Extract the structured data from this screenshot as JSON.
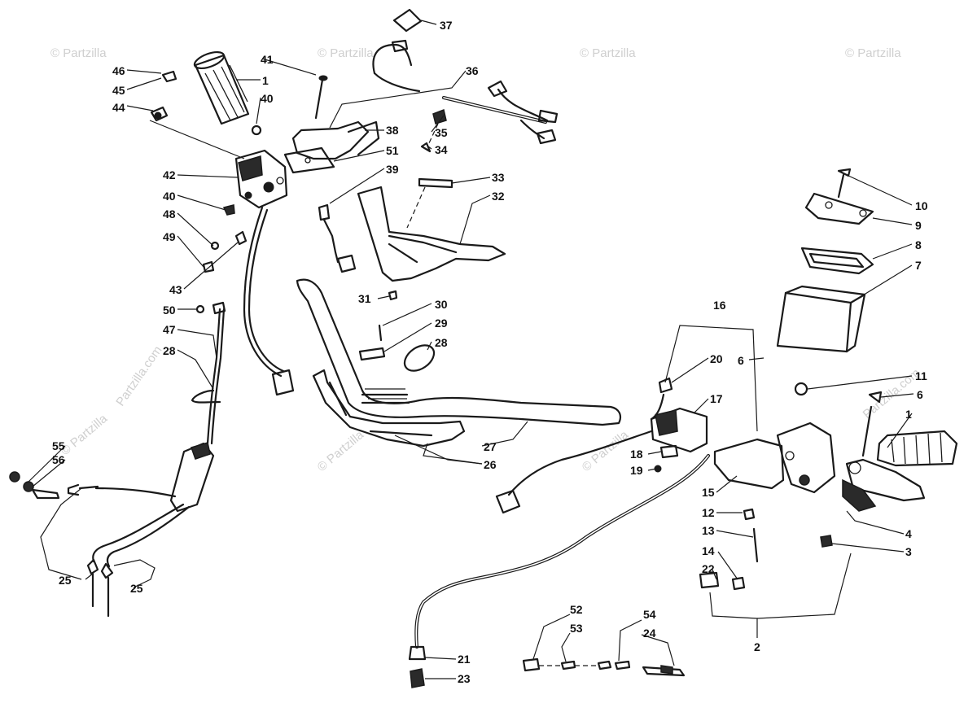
{
  "watermark": "© Partzilla",
  "watermark_com": "Partzilla.com",
  "callouts": [
    {
      "id": "c37",
      "text": "37"
    },
    {
      "id": "c36",
      "text": "36"
    },
    {
      "id": "c41",
      "text": "41"
    },
    {
      "id": "c1a",
      "text": "1"
    },
    {
      "id": "c46",
      "text": "46"
    },
    {
      "id": "c45",
      "text": "45"
    },
    {
      "id": "c44",
      "text": "44"
    },
    {
      "id": "c40a",
      "text": "40"
    },
    {
      "id": "c38",
      "text": "38"
    },
    {
      "id": "c35",
      "text": "35"
    },
    {
      "id": "c34",
      "text": "34"
    },
    {
      "id": "c51",
      "text": "51"
    },
    {
      "id": "c42",
      "text": "42"
    },
    {
      "id": "c39",
      "text": "39"
    },
    {
      "id": "c33",
      "text": "33"
    },
    {
      "id": "c32",
      "text": "32"
    },
    {
      "id": "c40b",
      "text": "40"
    },
    {
      "id": "c48",
      "text": "48"
    },
    {
      "id": "c49",
      "text": "49"
    },
    {
      "id": "c43",
      "text": "43"
    },
    {
      "id": "c31",
      "text": "31"
    },
    {
      "id": "c50",
      "text": "50"
    },
    {
      "id": "c30",
      "text": "30"
    },
    {
      "id": "c47",
      "text": "47"
    },
    {
      "id": "c29",
      "text": "29"
    },
    {
      "id": "c28a",
      "text": "28"
    },
    {
      "id": "c28b",
      "text": "28"
    },
    {
      "id": "c16",
      "text": "16"
    },
    {
      "id": "c10",
      "text": "10"
    },
    {
      "id": "c9",
      "text": "9"
    },
    {
      "id": "c8",
      "text": "8"
    },
    {
      "id": "c7",
      "text": "7"
    },
    {
      "id": "c6a",
      "text": "6"
    },
    {
      "id": "c20",
      "text": "20"
    },
    {
      "id": "c11",
      "text": "11"
    },
    {
      "id": "c6b",
      "text": "6"
    },
    {
      "id": "c17",
      "text": "17"
    },
    {
      "id": "c1b",
      "text": "1"
    },
    {
      "id": "c55",
      "text": "55"
    },
    {
      "id": "c56",
      "text": "56"
    },
    {
      "id": "c27",
      "text": "27"
    },
    {
      "id": "c26",
      "text": "26"
    },
    {
      "id": "c18",
      "text": "18"
    },
    {
      "id": "c19",
      "text": "19"
    },
    {
      "id": "c15",
      "text": "15"
    },
    {
      "id": "c12",
      "text": "12"
    },
    {
      "id": "c13",
      "text": "13"
    },
    {
      "id": "c4",
      "text": "4"
    },
    {
      "id": "c3",
      "text": "3"
    },
    {
      "id": "c14",
      "text": "14"
    },
    {
      "id": "c25a",
      "text": "25"
    },
    {
      "id": "c25b",
      "text": "25"
    },
    {
      "id": "c22",
      "text": "22"
    },
    {
      "id": "c52",
      "text": "52"
    },
    {
      "id": "c54",
      "text": "54"
    },
    {
      "id": "c53",
      "text": "53"
    },
    {
      "id": "c24",
      "text": "24"
    },
    {
      "id": "c2",
      "text": "2"
    },
    {
      "id": "c21",
      "text": "21"
    },
    {
      "id": "c23",
      "text": "23"
    }
  ]
}
